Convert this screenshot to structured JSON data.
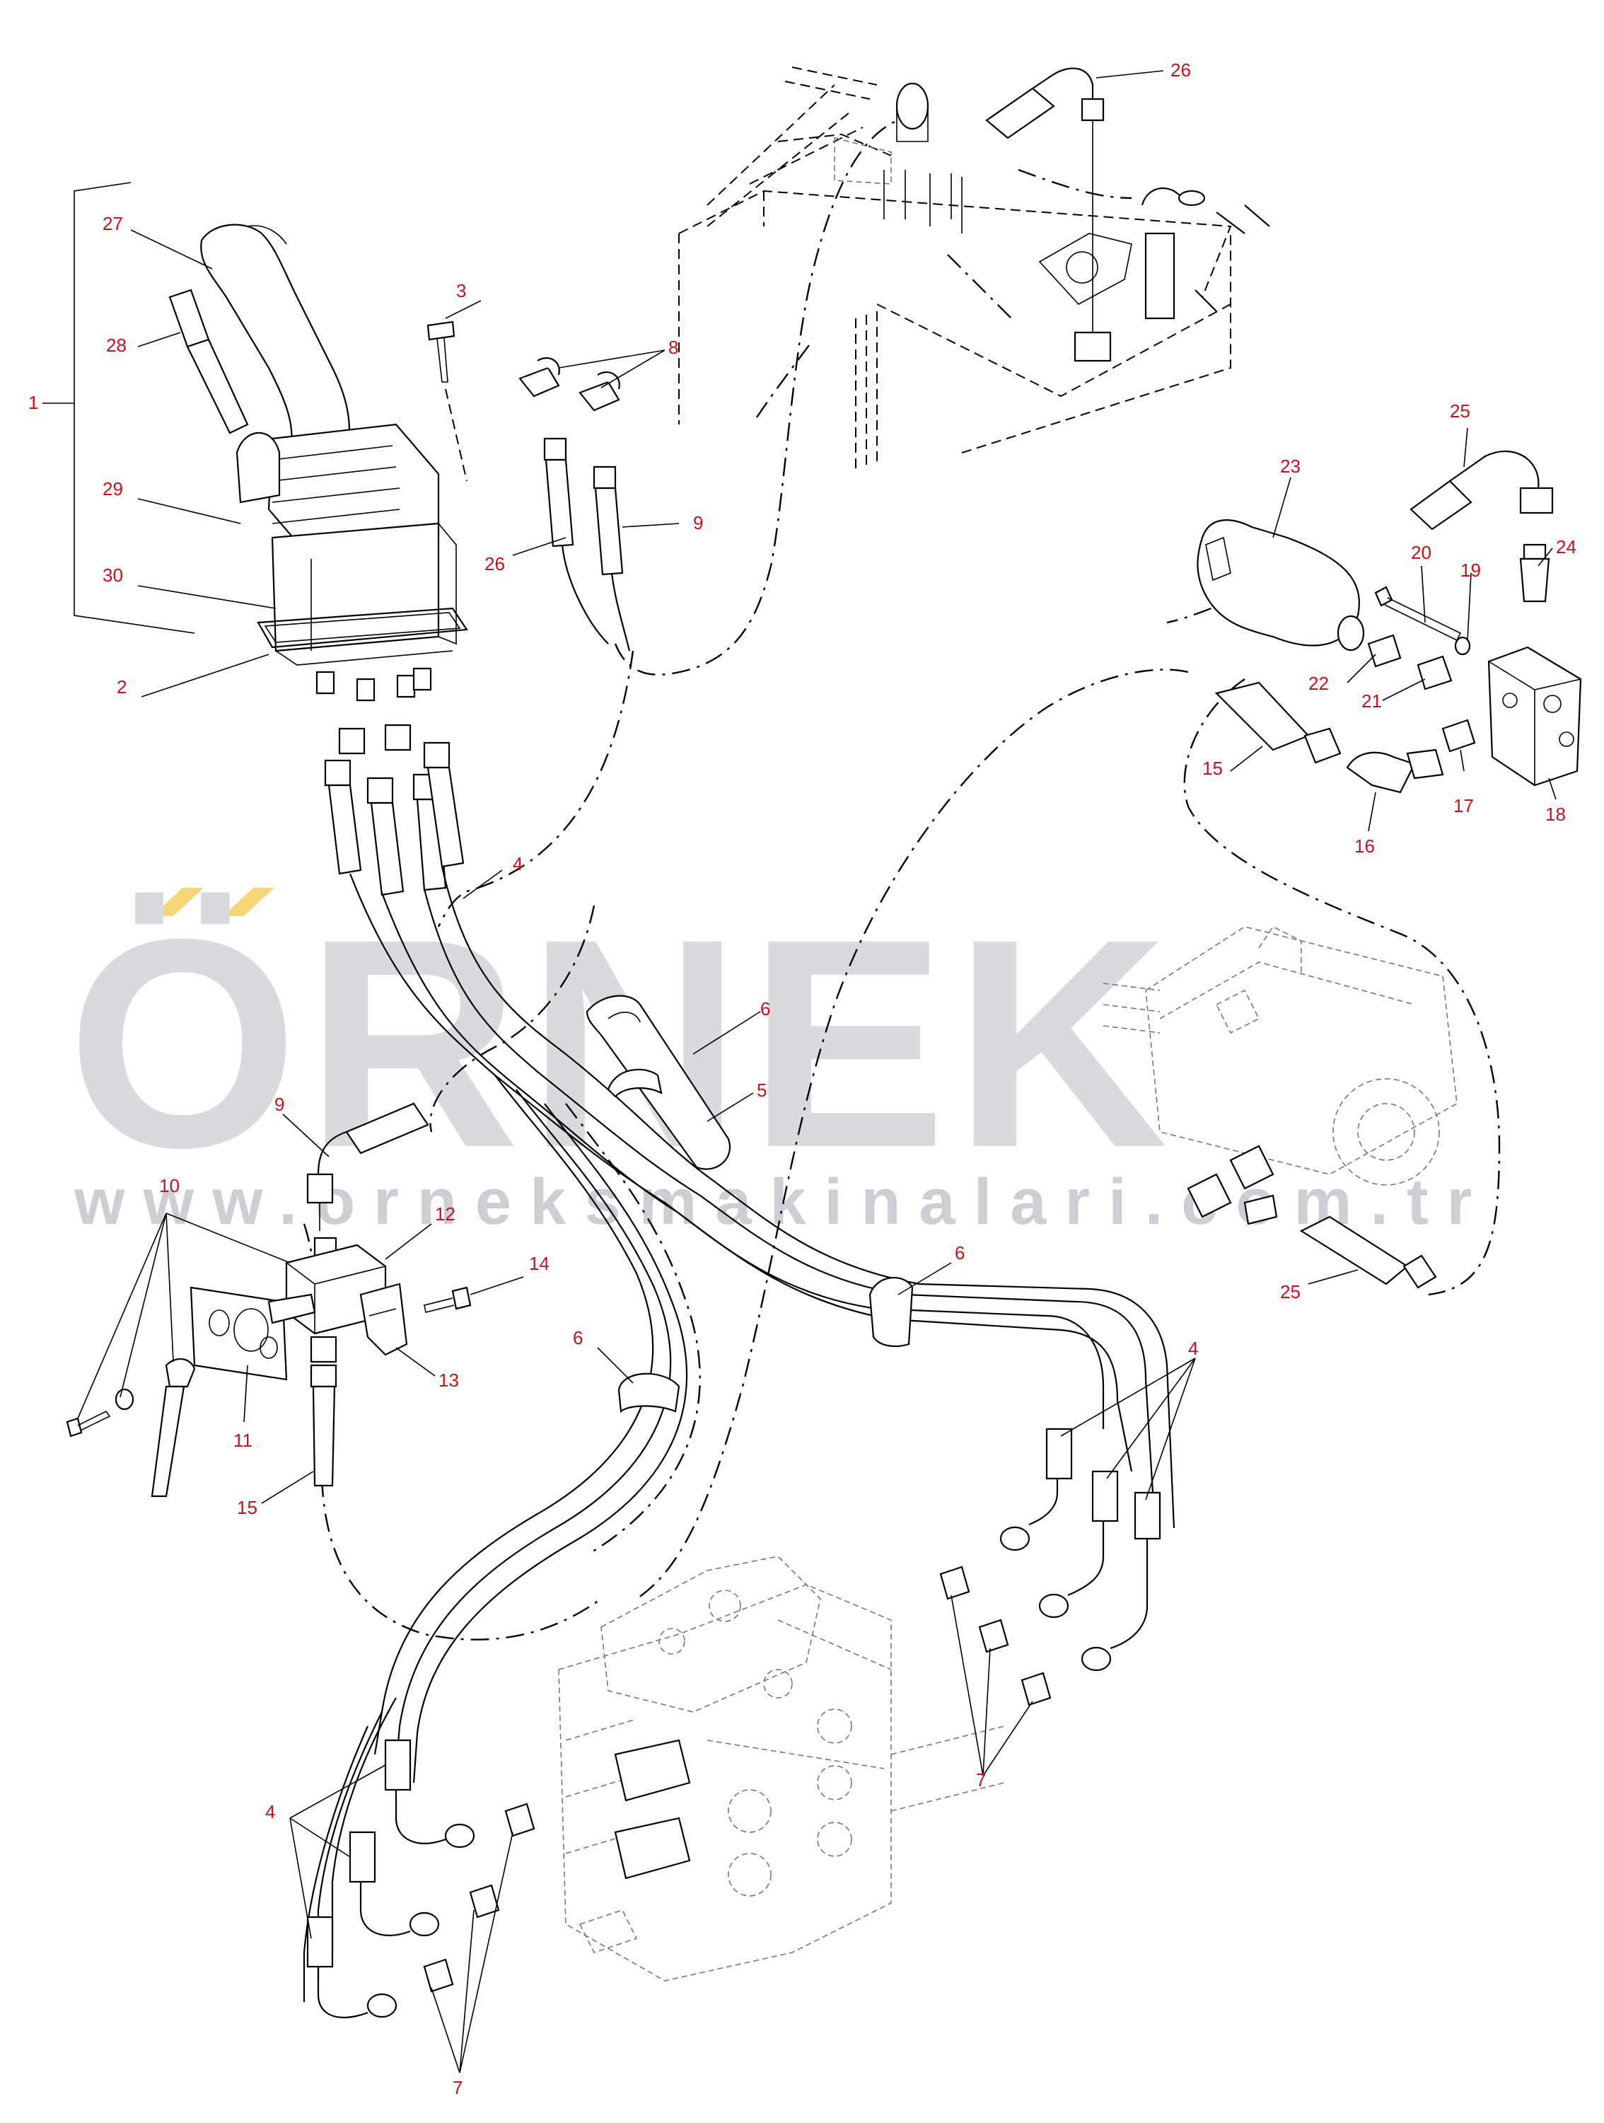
{
  "watermark": {
    "brand": "ÖRNEK",
    "url": "www.orneksmakinalari.com.tr",
    "accent_color": "#f5d77a",
    "text_color": "#d9d9de"
  },
  "colors": {
    "callout_text": "#c0141c",
    "line": "#000000",
    "background": "#ffffff"
  },
  "callouts": {
    "c1": "1",
    "c2": "2",
    "c3": "3",
    "c4a": "4",
    "c4b": "4",
    "c4c": "4",
    "c5": "5",
    "c6a": "6",
    "c6b": "6",
    "c6c": "6",
    "c7a": "7",
    "c7b": "7",
    "c8": "8",
    "c9a": "9",
    "c9b": "9",
    "c10": "10",
    "c11": "11",
    "c12": "12",
    "c13": "13",
    "c14": "14",
    "c15a": "15",
    "c15b": "15",
    "c16": "16",
    "c17": "17",
    "c18": "18",
    "c19": "19",
    "c20": "20",
    "c21": "21",
    "c22": "22",
    "c23": "23",
    "c24": "24",
    "c25a": "25",
    "c25b": "25",
    "c26a": "26",
    "c26b": "26",
    "c27": "27",
    "c28": "28",
    "c29": "29",
    "c30": "30"
  }
}
